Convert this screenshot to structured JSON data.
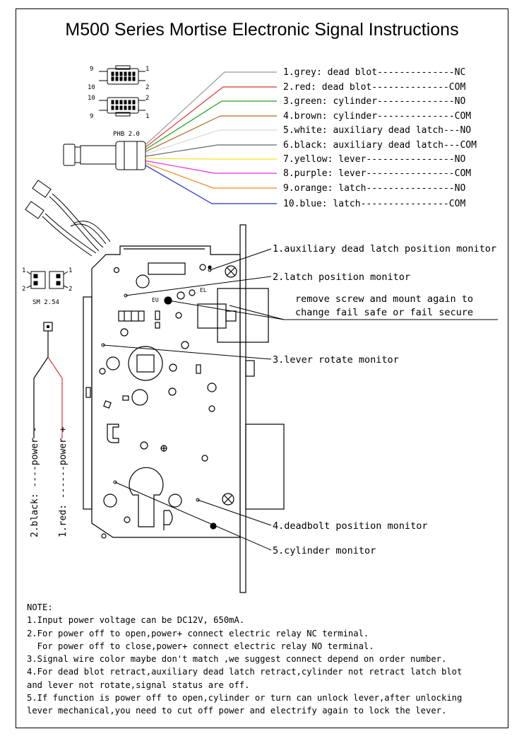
{
  "title": "M500 Series Mortise Electronic Signal Instructions",
  "connector_phb": {
    "label": "PHB 2.0",
    "pins": [
      "9",
      "1",
      "10",
      "2",
      "10",
      "2",
      "9",
      "1"
    ]
  },
  "connector_sm": {
    "label": "SM 2.54",
    "pins": [
      "1",
      "1",
      "2",
      "2"
    ]
  },
  "wires": [
    {
      "text": "1.grey: dead blot--------------NC",
      "color": "#9a9a9a"
    },
    {
      "text": "2.red:  dead blot--------------COM",
      "color": "#e53030"
    },
    {
      "text": "3.green: cylinder--------------NO",
      "color": "#1fa01f"
    },
    {
      "text": "4.brown: cylinder--------------COM",
      "color": "#b06a24"
    },
    {
      "text": "5.white: auxiliary dead latch---NO",
      "color": "#d8d8d8"
    },
    {
      "text": "6.black: auxiliary dead latch---COM",
      "color": "#666666"
    },
    {
      "text": "7.yellow: lever----------------NO",
      "color": "#f2e21c"
    },
    {
      "text": "8.purple: lever----------------COM",
      "color": "#e030e0"
    },
    {
      "text": "9.orange: latch----------------NO",
      "color": "#f08a1c"
    },
    {
      "text": "10.blue:  latch----------------COM",
      "color": "#2030c8"
    }
  ],
  "power": {
    "black": "2.black: ----power -",
    "red": "1.red: ------power +"
  },
  "lock_labels": {
    "eu": "EU",
    "el": "EL"
  },
  "monitors": [
    "1.auxiliary dead latch position monitor",
    "2.latch position monitor",
    "3.lever rotate monitor",
    "4.deadbolt position monitor",
    "5.cylinder monitor"
  ],
  "remove_note": [
    "remove screw and mount again to",
    "change fail safe or fail secure"
  ],
  "notes": [
    "NOTE:",
    "1.Input power voltage can be DC12V, 650mA.",
    "2.For power off to open,power+ connect electric relay NC terminal.",
    "  For power off to close,power+ connect electric relay NO terminal.",
    "3.Signal wire color maybe don't match ,we suggest connect depend on order number.",
    "4.For dead blot retract,auxiliary dead latch retract,cylinder not retract latch blot",
    "and lever not rotate,signal status are off.",
    "5.If function is power off to open,cylinder or turn can unlock lever,after unlocking",
    "lever mechanical,you need to cut off power and electrify again to lock the lever."
  ]
}
